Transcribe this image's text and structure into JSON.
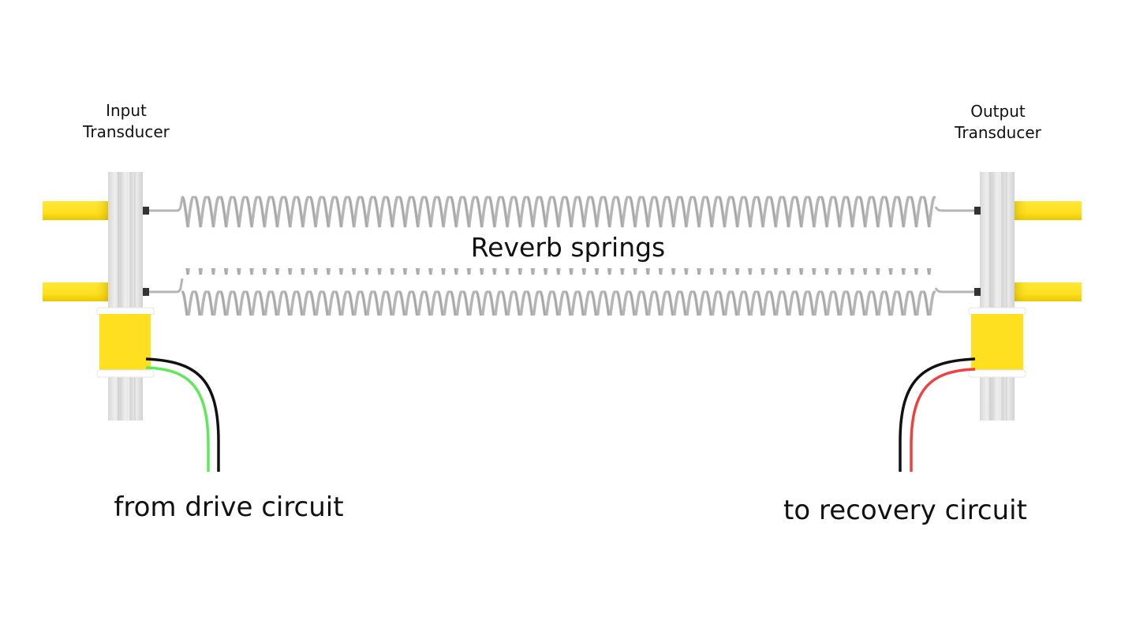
{
  "labels": {
    "input_transducer_line1": "Input",
    "input_transducer_line2": "Transducer",
    "output_transducer_line1": "Output",
    "output_transducer_line2": "Transducer",
    "springs": "Reverb springs",
    "from_drive": "from drive circuit",
    "to_recovery": "to recovery circuit"
  },
  "colors": {
    "yellow": "#FFE020",
    "spring": "#b8b8b8",
    "spring_dark": "#9a9a9a",
    "frame": "#dcdcdc",
    "connector": "#333333",
    "wire_black": "#111111",
    "wire_green": "#5EE85A",
    "wire_red": "#F04040"
  },
  "components": {
    "springs_count": 2,
    "transducers": [
      "Input Transducer",
      "Output Transducer"
    ],
    "input_wires": [
      "black",
      "green"
    ],
    "output_wires": [
      "black",
      "red"
    ]
  }
}
